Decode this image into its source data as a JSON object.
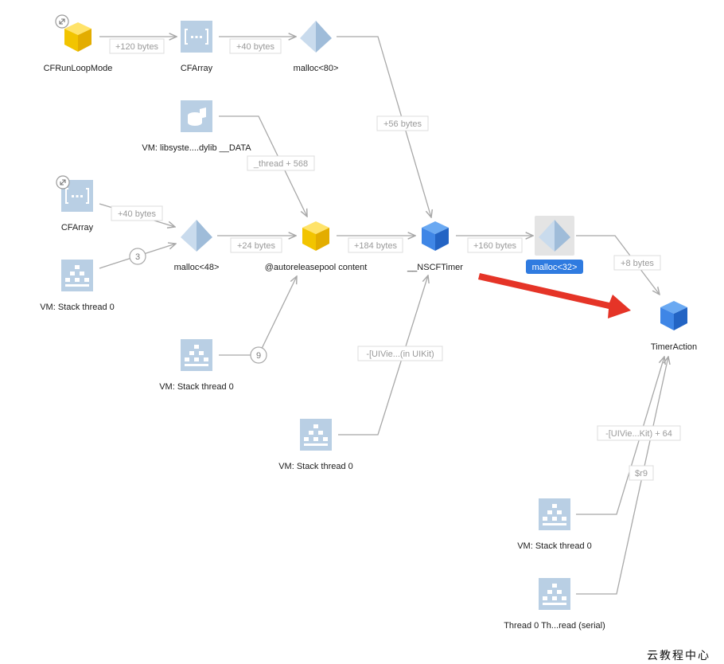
{
  "nodes": {
    "cfrunloopmode": {
      "label": "CFRunLoopMode",
      "icon": "yellow-cube-icon"
    },
    "cfarray_top": {
      "label": "CFArray",
      "icon": "array-bracket-icon"
    },
    "malloc80": {
      "label": "malloc<80>",
      "icon": "pyramid-icon"
    },
    "vm_libsystem": {
      "label": "VM: libsyste....dylib __DATA",
      "icon": "disk-icon"
    },
    "cfarray_mid": {
      "label": "CFArray",
      "icon": "array-bracket-icon"
    },
    "vm_stack_left": {
      "label": "VM: Stack thread 0",
      "icon": "stack-icon"
    },
    "malloc48": {
      "label": "malloc<48>",
      "icon": "pyramid-icon"
    },
    "autoreleasepool": {
      "label": "@autoreleasepool content",
      "icon": "yellow-cube-icon"
    },
    "vm_stack_mid": {
      "label": "VM: Stack thread 0",
      "icon": "stack-icon"
    },
    "nscftimer": {
      "label": "__NSCFTimer",
      "icon": "blue-cube-icon"
    },
    "vm_stack_lower": {
      "label": "VM: Stack thread 0",
      "icon": "stack-icon"
    },
    "malloc32": {
      "label": "malloc<32>",
      "icon": "pyramid-icon"
    },
    "timeraction": {
      "label": "TimerAction",
      "icon": "blue-cube-icon"
    },
    "vm_stack_right": {
      "label": "VM: Stack thread 0",
      "icon": "stack-icon"
    },
    "thread0_serial": {
      "label": "Thread 0  Th...read  (serial)",
      "icon": "stack-icon"
    }
  },
  "edges": {
    "e1": "+120 bytes",
    "e2": "+40 bytes",
    "e3": "+56 bytes",
    "e4": "_thread + 568",
    "e5": "+40 bytes",
    "e6": "+24 bytes",
    "e7": "+184 bytes",
    "e8": "+160 bytes",
    "e9": "+8 bytes",
    "e10": "-[UIVie...(in UIKit)",
    "e11": "-[UIVie...Kit) + 64",
    "e12": "$r9"
  },
  "counts": {
    "c_stack_left": "3",
    "c_stack_mid": "9"
  },
  "colors": {
    "yellow": "#f5c400",
    "blue": "#2f7be0",
    "pale_blue": "#b9cfe4",
    "arrow_red": "#e53427",
    "edge_gray": "#a8a8a8"
  },
  "watermark": "云教程中心"
}
